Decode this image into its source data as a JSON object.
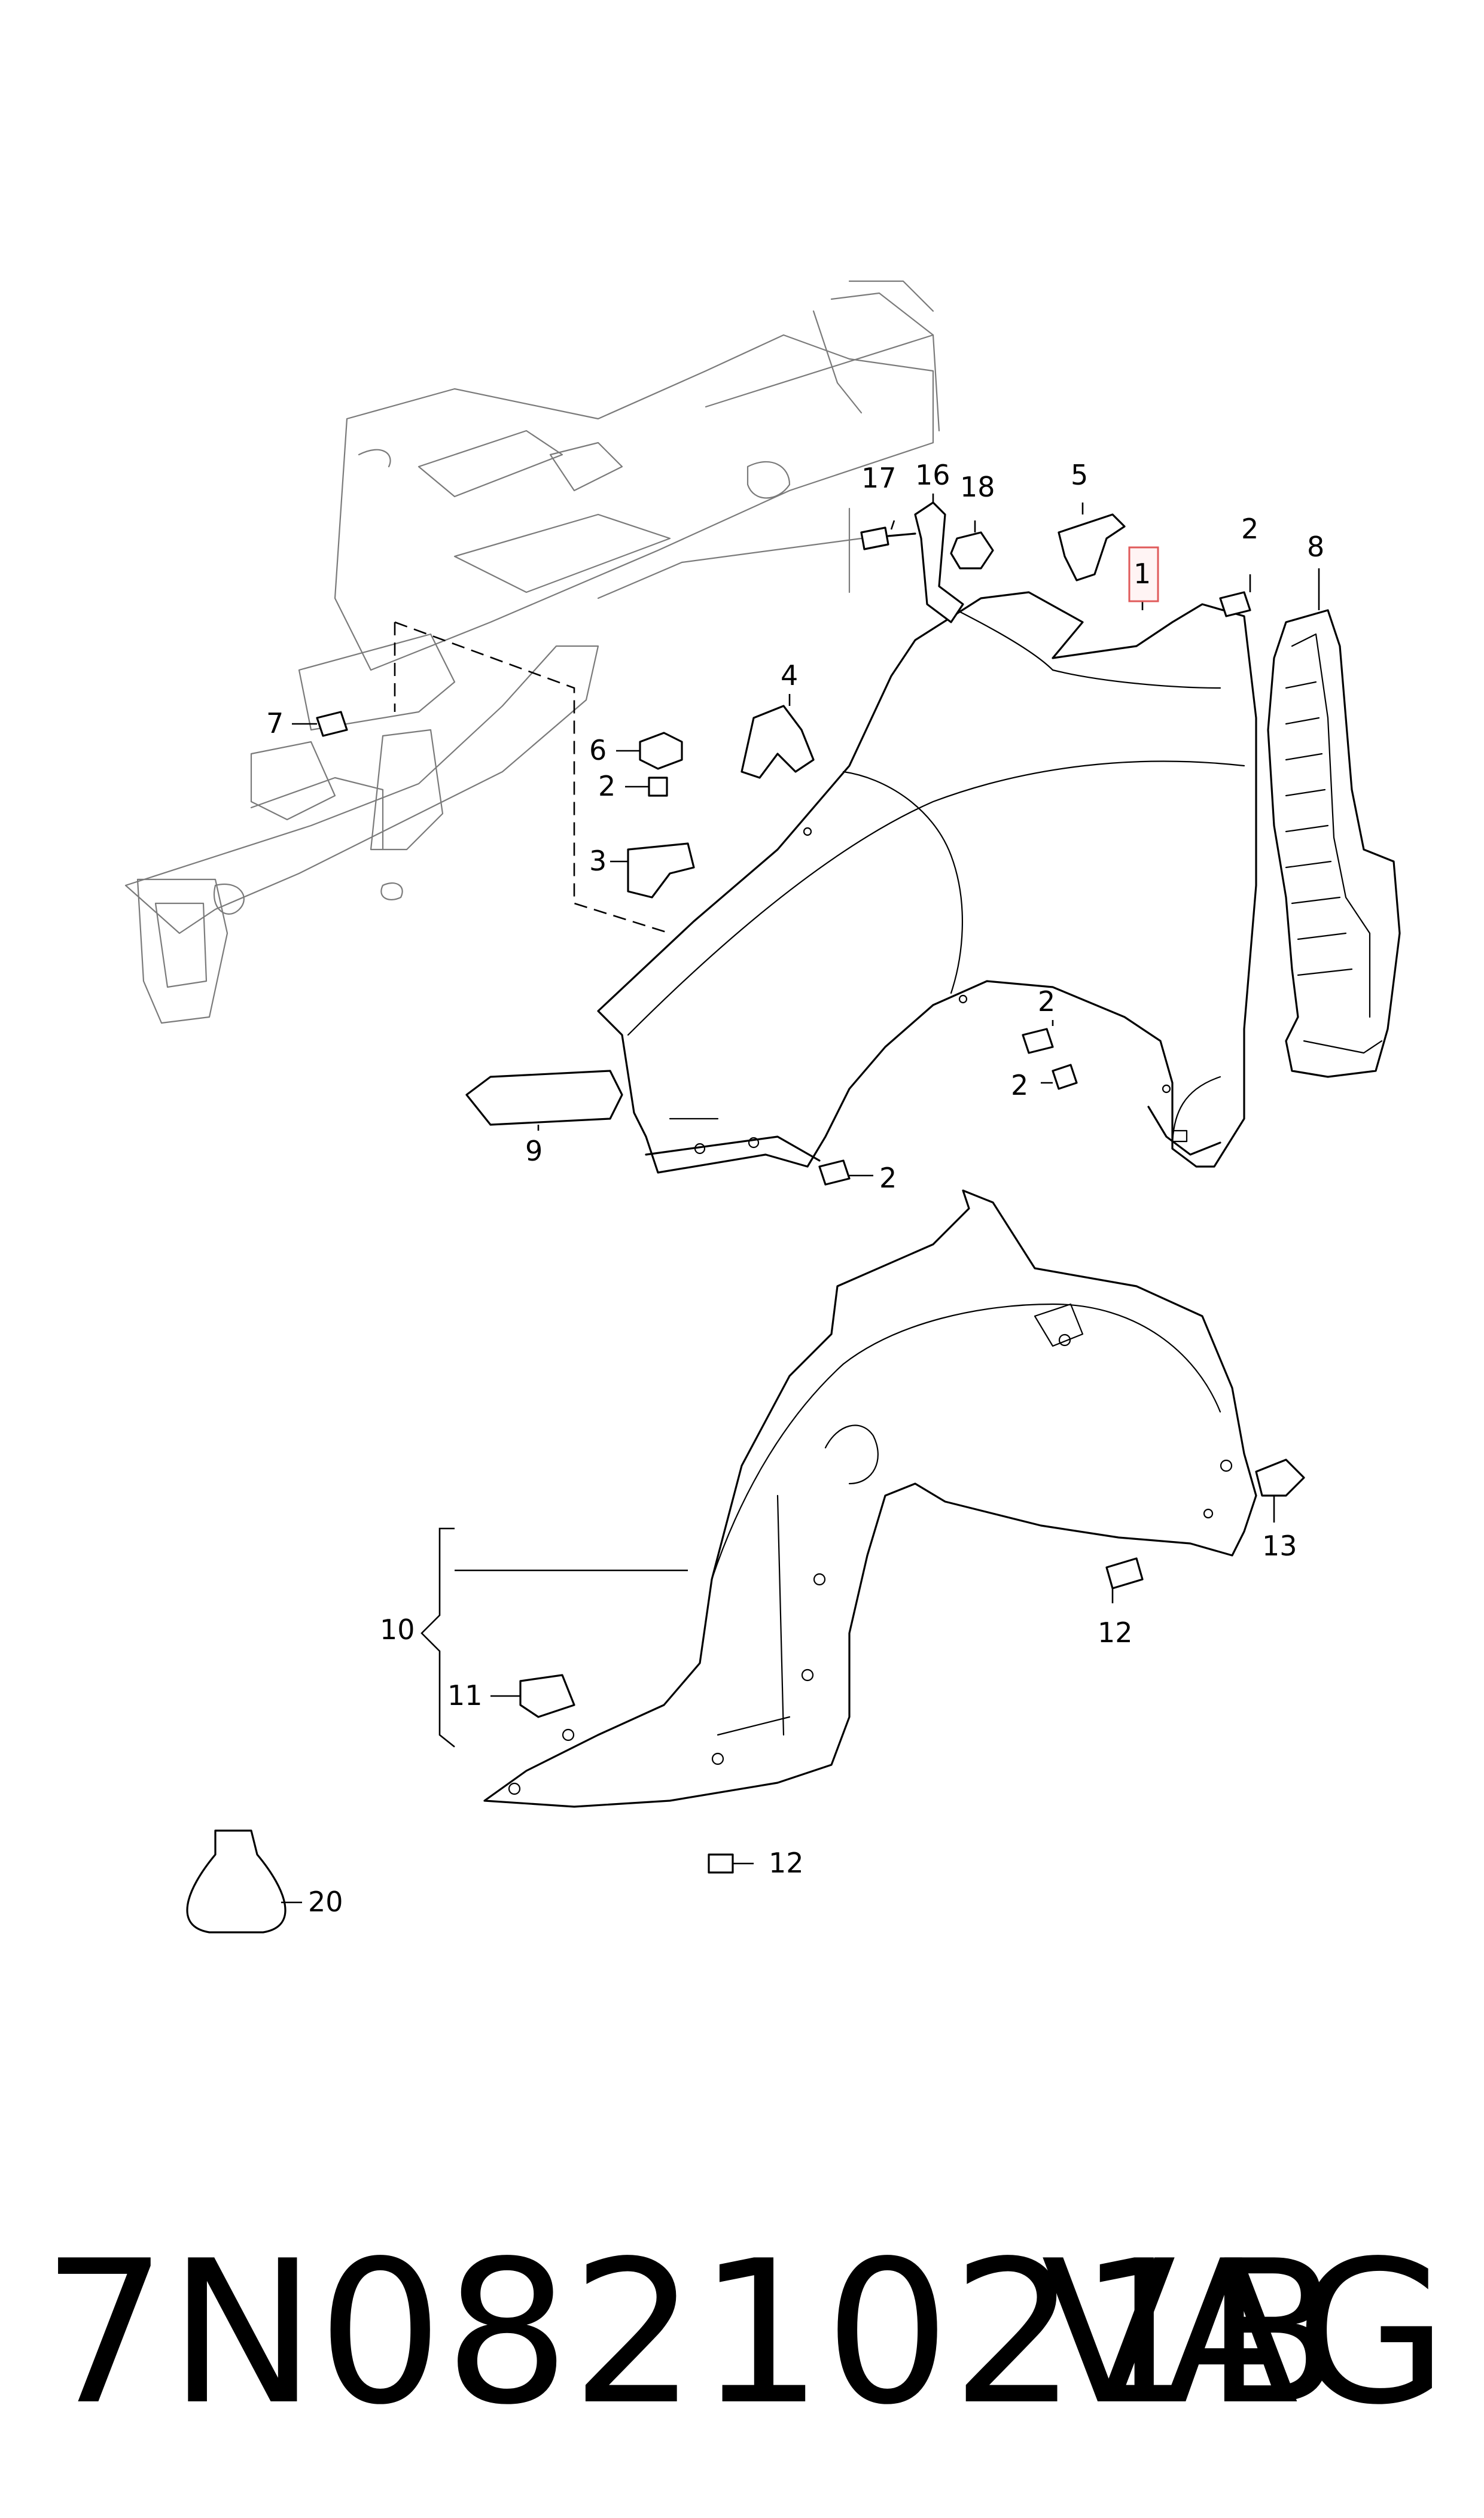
{
  "callouts": {
    "c1": "1",
    "c2a": "2",
    "c2b": "2",
    "c2c": "2",
    "c2d": "2",
    "c2e": "2",
    "c3": "3",
    "c4": "4",
    "c5": "5",
    "c6": "6",
    "c7": "7",
    "c8": "8",
    "c9": "9",
    "c10": "10",
    "c11": "11",
    "c12a": "12",
    "c12b": "12",
    "c13": "13",
    "c16": "16",
    "c17": "17",
    "c18": "18",
    "c20": "20"
  },
  "highlight": {
    "part": "1",
    "color": "#e05a5a"
  },
  "footer": {
    "part_number": "7N0821021B",
    "brand": "VAG"
  }
}
